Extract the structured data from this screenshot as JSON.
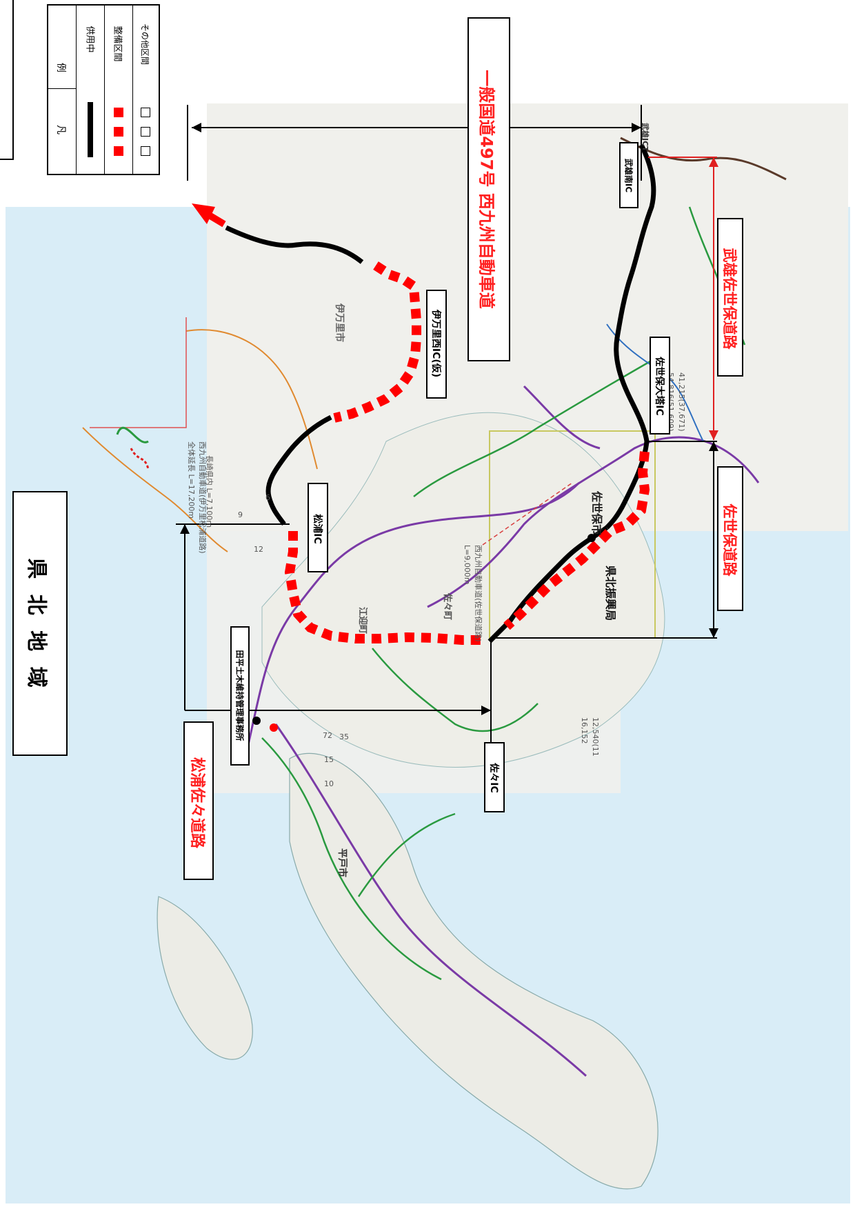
{
  "region_title": "県 北 地 域",
  "corner_text": "",
  "legend": {
    "header_symbol": "凡",
    "header_text": "例",
    "items": [
      "供用中",
      "整備区間",
      "その他区間"
    ]
  },
  "roads": {
    "national_route": "一般国道497号 西九州自動車道",
    "matsuura_sazaa": "松浦佐々道路",
    "sasebo": "佐世保道路",
    "takeo_sasebo": "武雄佐世保道路"
  },
  "interchanges": {
    "imari_nishi": "伊万里西IC(仮)",
    "matsuura": "松浦IC",
    "sazaa": "佐々IC",
    "sasebo_otou": "佐世保大塔IC",
    "takeo_minami": "武雄南IC",
    "takeo_jct": "武雄JCT"
  },
  "offices": {
    "tabira": "田平土木維持管理事務所",
    "kenhoku": "県北振興局"
  },
  "places": {
    "sasebo_city": "佐世保市",
    "imari_city": "伊万里市",
    "hirado_city": "平戸市",
    "sazaa_town": "佐々町",
    "emukae_town": "江迎町"
  },
  "map_annotations": {
    "nishikyushu_imari": "西九州自動車道(伊万里松浦道路)",
    "total_length": "全体延長 L=17,200m",
    "nagasaki_length": "長崎県内 L=7,100m",
    "sasebo_section": "西九州自動車道(佐世保道路)",
    "sasebo_length": "L=9,000m"
  },
  "map_numbers": {
    "traffic1": "41,215(37,671)",
    "traffic2": "54,816(51,609)",
    "traffic3": "12,540(11",
    "traffic4": "16,152",
    "route_9": "9",
    "route_12": "12",
    "route_72": "72",
    "route_35": "35",
    "route_10": "10",
    "route_15": "15",
    "route_6": "6"
  },
  "colors": {
    "in_service": "#000000",
    "under_construction": "#ff0000",
    "title_red": "#ff2020",
    "sea": "#d7ecf6",
    "land": "#f1f1ee"
  }
}
